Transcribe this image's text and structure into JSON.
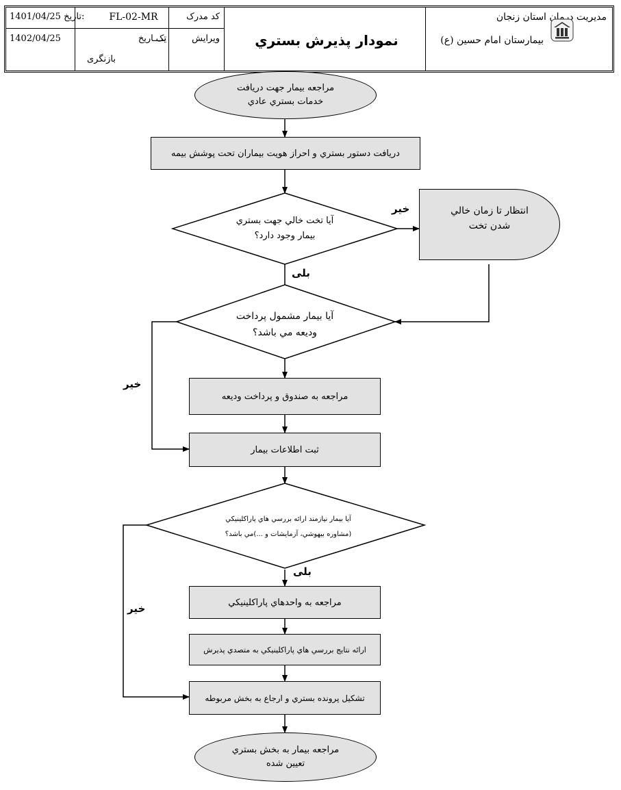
{
  "header": {
    "org_line1": "مدیریت درمان استان زنجان",
    "org_line2": "بیمارستان امام حسین (ع)",
    "title": "نمودار پذیرش بستري",
    "doc_code_label": "کد مدرک",
    "doc_code_value": "FL-02-MR",
    "date_label": "تاریخ:",
    "date_value": "1401/04/25",
    "revision_label": "ویرایش",
    "revision_value": "یک",
    "review_date_label_1": "تــــاریخ",
    "review_date_label_2": "بازنگری",
    "review_date_value": "1402/04/25"
  },
  "flow": {
    "start_1": "مراجعه بيمار جهت دريافت",
    "start_2": "خدمات بستري عادي",
    "step_orders": "دريافت دستور بستري و احراز هويت بيماران تحت پوشش بيمه",
    "q_bed_1": "آيا تخت خالي جهت بستري",
    "q_bed_2": "بيمار وجود دارد؟",
    "wait_1": "انتظار تا زمان خالي",
    "wait_2": "شدن تخت",
    "q_deposit_1": "آيا بيمار مشمول پرداخت",
    "q_deposit_2": "وديعه مي باشد؟",
    "step_cashier": "مراجعه به صندوق و پرداخت وديعه",
    "step_register": "ثبت اطلاعات بيمار",
    "q_para_1": "آيا بيمار نيازمند ارائه بررسي هاي پاراكلينيكي",
    "q_para_2": "(مشاوره بيهوشي، آزمايشات و ...)مي باشد؟",
    "step_para_units": "مراجعه به واحدهاي پاراكلينيكي",
    "step_para_results": "ارائه نتايج بررسي هاي پاراكلينيكي به متصدي پذيرش",
    "step_file": "تشكيل پرونده بستري و ارجاع به بخش مربوطه",
    "end_1": "مراجعه بيمار به بخش بستري",
    "end_2": "تعيين شده",
    "label_yes_1": "بلی",
    "label_no_1": "خير",
    "label_no_2": "خير",
    "label_yes_3": "بلی",
    "label_no_3": "خير"
  }
}
